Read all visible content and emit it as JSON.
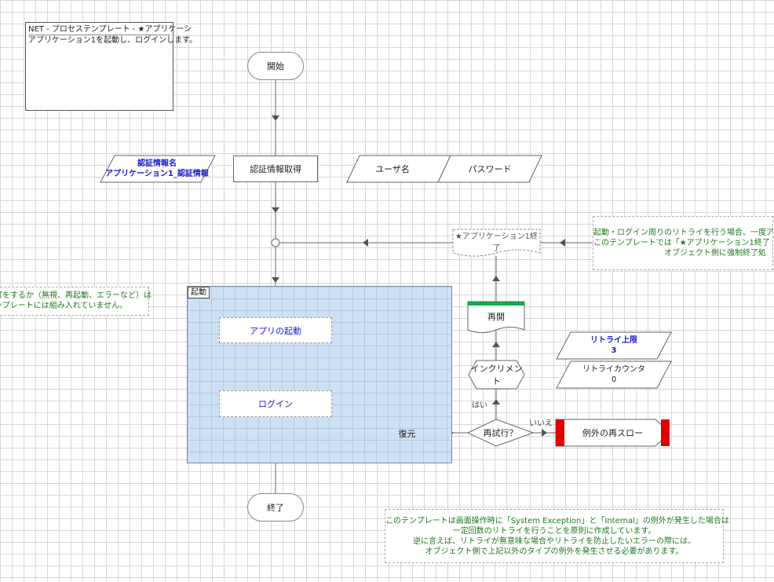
{
  "description_box": {
    "title": "NET - プロセステンプレート - ★アプリケーシ",
    "body": "アプリケーション1を起動し、ログインします。"
  },
  "nodes": {
    "start": "開始",
    "get_credentials": "認証情報取得",
    "credential_name_label": "認証情報名",
    "credential_name_value": "アプリケーション1_認証情報",
    "username": "ユーザ名",
    "password": "パスワード",
    "app_end": "★アプリケーション1終了",
    "launch_group_label": "起動",
    "launch_app": "アプリの起動",
    "login": "ログイン",
    "resume": "再開",
    "increment": "インクリメント",
    "retry_limit_label": "リトライ上限",
    "retry_limit_value": "3",
    "retry_counter_label": "リトライカウンタ",
    "retry_counter_value": "0",
    "recover": "復元",
    "retry_decision": "再試行？",
    "rethrow": "例外の再スロー",
    "end": "終了"
  },
  "edge_labels": {
    "yes": "はい",
    "no": "いいえ"
  },
  "notes": {
    "left": [
      "可をするか（無視、再起動、エラーなど）は",
      "ンプレートには組み入れていません。"
    ],
    "right": [
      "起動・ログイン周りのリトライを行う場合、一度ア",
      "このテンプレートでは「★アプリケーション1終了",
      "オブジェクト側に強制終了処"
    ],
    "bottom": [
      "このテンプレートは画面操作時に「System  Exception」と「Internal」の例外が発生した場合は",
      "一定回数のリトライを行うことを原則に作成しています。",
      "逆に言えば、リトライが無意味な場合やリトライを防止したいエラーの際には、",
      "オブジェクト側で上記以外のタイプの例外を発生させる必要があります。"
    ]
  },
  "colors": {
    "group_fill": "#cde0f4",
    "note_text": "#1c7a1c",
    "link_text": "#1a1ad0",
    "resume_bar": "#1aa64a",
    "recover_bar": "#e00000"
  }
}
